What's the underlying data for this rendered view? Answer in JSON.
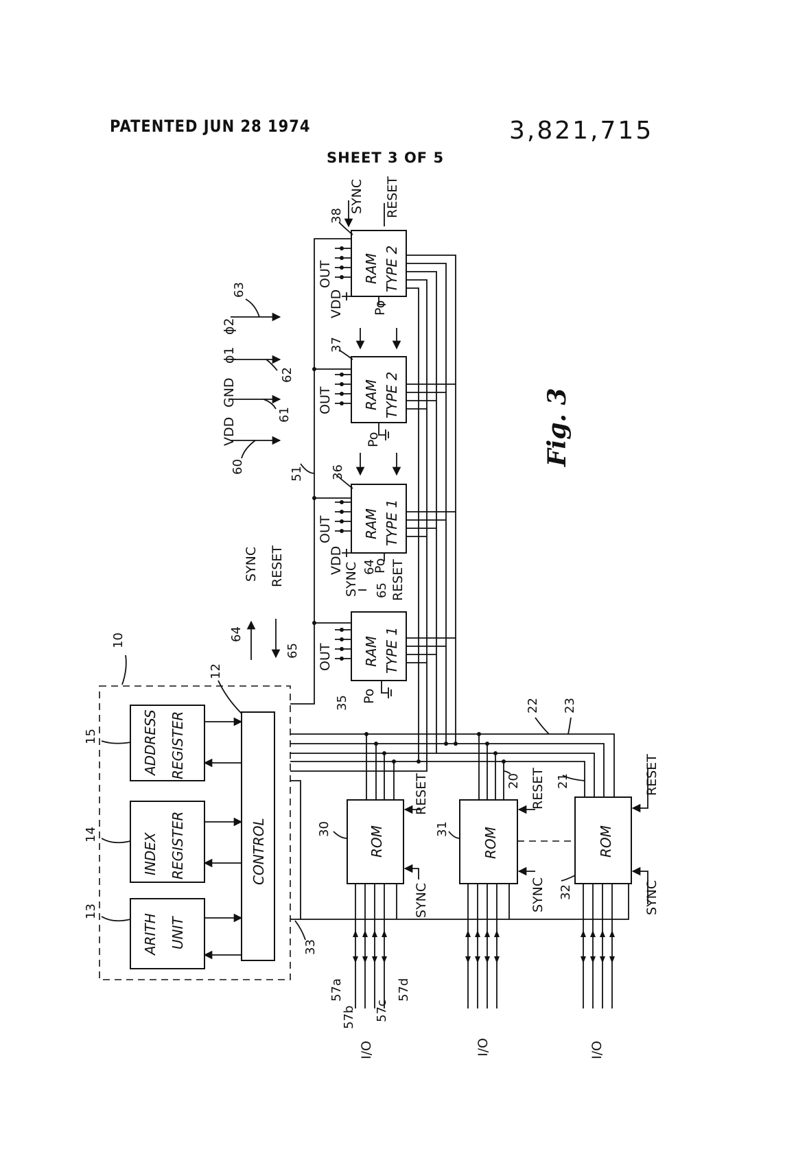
{
  "header": {
    "patented": "PATENTED JUN 28 1974",
    "patent_number": "3,821,715",
    "sheet": "SHEET 3 OF 5"
  },
  "figure_label": "Fig. 3",
  "cpu": {
    "ref": "10",
    "address_register": {
      "ref": "15",
      "line1": "ADDRESS",
      "line2": "REGISTER"
    },
    "index_register": {
      "ref": "14",
      "line1": "INDEX",
      "line2": "REGISTER"
    },
    "arith_unit": {
      "ref": "13",
      "line1": "ARITH",
      "line2": "UNIT"
    },
    "control": {
      "ref": "12",
      "label": "CONTROL"
    }
  },
  "rams": [
    {
      "ref": "35",
      "line1": "RAM",
      "line2": "TYPE 1",
      "out": "OUT",
      "supply": "Po"
    },
    {
      "ref": "36",
      "line1": "RAM",
      "line2": "TYPE 1",
      "out": "OUT",
      "supply": "Po",
      "vdd": "VDD"
    },
    {
      "ref": "37",
      "line1": "RAM",
      "line2": "TYPE 2",
      "out": "OUT",
      "supply": "Po"
    },
    {
      "ref": "38",
      "line1": "RAM",
      "line2": "TYPE 2",
      "out": "OUT",
      "supply": "Po",
      "vdd": "VDD"
    }
  ],
  "roms": [
    {
      "ref": "30",
      "label": "ROM",
      "sync": "SYNC",
      "reset": "RESET"
    },
    {
      "ref": "31",
      "label": "ROM",
      "sync": "SYNC",
      "reset": "RESET"
    },
    {
      "ref": "32",
      "label": "ROM",
      "sync": "SYNC",
      "reset": "RESET"
    }
  ],
  "signals": {
    "vdd": {
      "ref": "60",
      "label": "VDD"
    },
    "gnd": {
      "ref": "61",
      "label": "GND"
    },
    "phi1": {
      "ref": "62",
      "label": "ϕ1"
    },
    "phi2": {
      "ref": "63",
      "label": "ϕ2"
    },
    "sync_main": {
      "ref": "64",
      "label": "SYNC"
    },
    "reset_main": {
      "ref": "65",
      "label": "RESET"
    },
    "sync_ram": {
      "ref": "64",
      "label": "SYNC"
    },
    "reset_ram": {
      "ref": "65",
      "label": "RESET"
    },
    "sync_top": {
      "label": "SYNC"
    },
    "reset_top": {
      "label": "RESET"
    }
  },
  "buses": {
    "b51": "51",
    "b33": "33",
    "b20": "20",
    "b21": "21",
    "b22": "22",
    "b23": "23"
  },
  "io": {
    "label": "I/O",
    "lines": [
      "57a",
      "57b",
      "57c",
      "57d"
    ]
  }
}
